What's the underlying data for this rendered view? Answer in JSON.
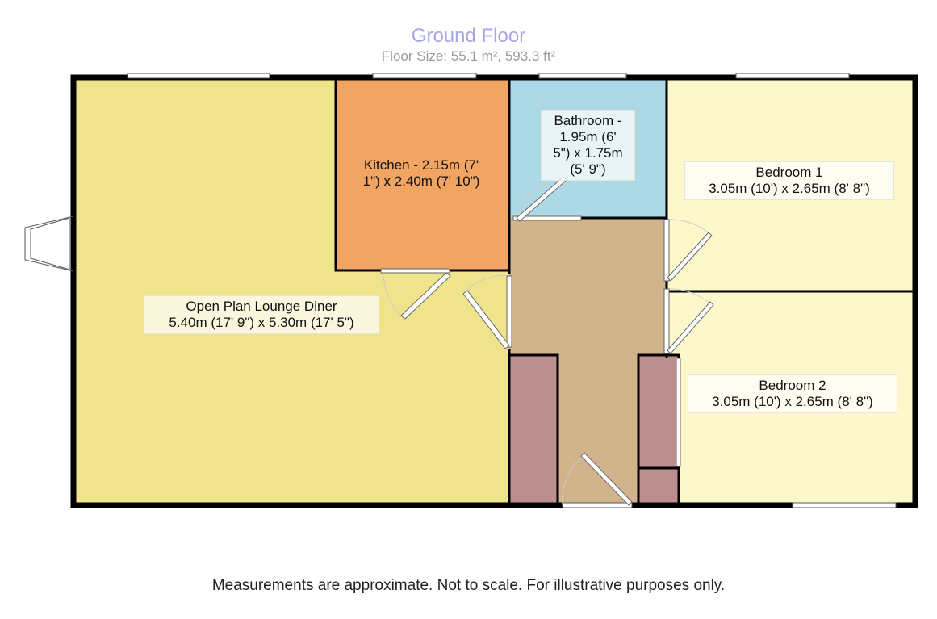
{
  "header": {
    "title": "Ground Floor",
    "floor_size": "Floor Size: 55.1 m², 593.3 ft²"
  },
  "rooms": {
    "lounge": {
      "name": "Open Plan Lounge Diner",
      "dims": "5.40m (17' 9\") x 5.30m (17' 5\")",
      "color": "#efe38c"
    },
    "kitchen": {
      "line1": "Kitchen - 2.15m (7'",
      "line2": "1\") x 2.40m (7' 10\")",
      "color": "#f2a562"
    },
    "bathroom": {
      "line1": "Bathroom -",
      "line2": "1.95m (6'",
      "line3": "5\") x 1.75m",
      "line4": "(5' 9\")",
      "color": "#add8e6"
    },
    "bedroom1": {
      "name": "Bedroom 1",
      "dims": "3.05m (10') x 2.65m (8' 8\")",
      "color": "#fdf8cc"
    },
    "bedroom2": {
      "name": "Bedroom 2",
      "dims": "3.05m (10') x 2.65m (8' 8\")",
      "color": "#fdf8cc"
    },
    "hallway": {
      "color": "#d2b48c"
    },
    "cupboards": {
      "color": "#bc8f8f"
    }
  },
  "footer": {
    "disclaimer": "Measurements are approximate. Not to scale. For illustrative purposes only."
  }
}
